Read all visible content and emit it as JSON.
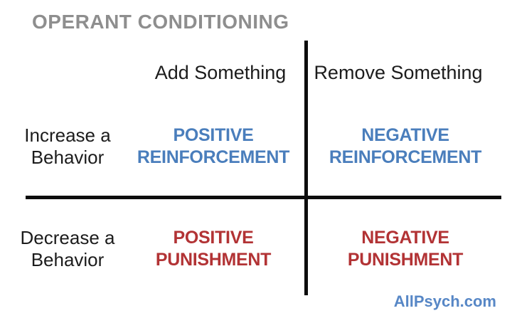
{
  "title": {
    "text": "OPERANT CONDITIONING",
    "color": "#8e8e8e"
  },
  "matrix": {
    "column_headers": [
      {
        "label": "Add Something"
      },
      {
        "label": "Remove Something"
      }
    ],
    "row_headers": [
      {
        "line1": "Increase a",
        "line2": "Behavior"
      },
      {
        "line1": "Decrease a",
        "line2": "Behavior"
      }
    ],
    "cells": [
      {
        "line1": "POSITIVE",
        "line2": "REINFORCEMENT",
        "color": "#4a7ebc"
      },
      {
        "line1": "NEGATIVE",
        "line2": "REINFORCEMENT",
        "color": "#4a7ebc"
      },
      {
        "line1": "POSITIVE",
        "line2": "PUNISHMENT",
        "color": "#b23335"
      },
      {
        "line1": "NEGATIVE",
        "line2": "PUNISHMENT",
        "color": "#b23335"
      }
    ]
  },
  "footer": {
    "brand": "AllPsych.com",
    "color": "#5787c6"
  },
  "colors": {
    "background": "#ffffff",
    "divider": "#0d0d0d",
    "label_text": "#1c1c1c"
  }
}
